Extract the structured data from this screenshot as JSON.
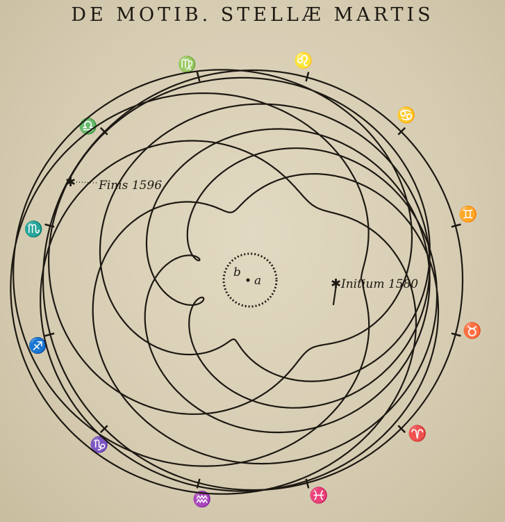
{
  "header": {
    "title": "DE MOTIB. STELLÆ MARTIS"
  },
  "diagram": {
    "center_labels": {
      "b": "b",
      "a": "a"
    },
    "annotations": {
      "finis": "Finis 1596",
      "initium": "Initium 1580"
    },
    "zodiac": [
      {
        "glyph": "♍",
        "icon": "virgo-icon"
      },
      {
        "glyph": "♌",
        "icon": "leo-icon"
      },
      {
        "glyph": "♋",
        "icon": "cancer-icon"
      },
      {
        "glyph": "♊",
        "icon": "gemini-icon"
      },
      {
        "glyph": "♉",
        "icon": "taurus-icon"
      },
      {
        "glyph": "♈",
        "icon": "aries-icon"
      },
      {
        "glyph": "♓",
        "icon": "pisces-icon"
      },
      {
        "glyph": "♒",
        "icon": "aquarius-icon"
      },
      {
        "glyph": "♑",
        "icon": "capricorn-icon"
      },
      {
        "glyph": "♐",
        "icon": "sagittarius-icon"
      },
      {
        "glyph": "♏",
        "icon": "scorpio-icon"
      },
      {
        "glyph": "♎",
        "icon": "libra-icon"
      }
    ],
    "colors": {
      "ink": "#1c1812",
      "paper": "#ddd3bb"
    }
  }
}
